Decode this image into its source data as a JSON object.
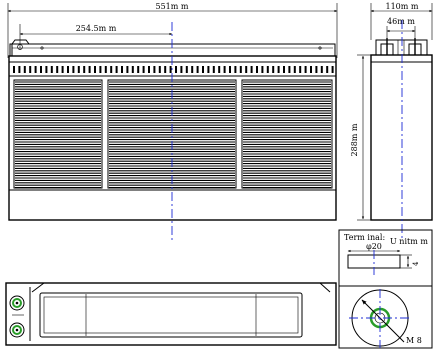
{
  "dimensions": {
    "overall_length": "551m m",
    "terminal_offset": "254.5m m",
    "overall_width": "110m m",
    "terminal_spacing": "46m m",
    "overall_height": "288m m"
  },
  "terminal_detail": {
    "title": "Term inal:",
    "units": "U nitm m",
    "diameter": "φ20",
    "height": "4",
    "thread": "M 8"
  },
  "colors": {
    "line": "#000000",
    "centerline": "#1c2bd6",
    "terminal_ring": "#2a9d2a"
  }
}
